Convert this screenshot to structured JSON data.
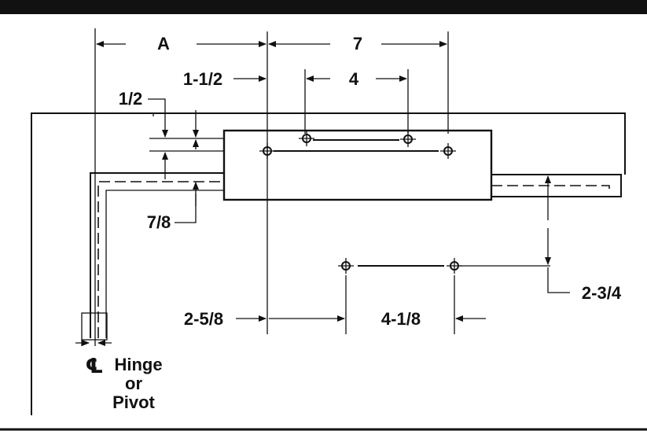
{
  "diagram": {
    "dimensions": {
      "a": "A",
      "seven": "7",
      "one_half": "1-1/2",
      "four": "4",
      "half": "1/2",
      "seven_eighths": "7/8",
      "two_three_quarters": "2-3/4",
      "two_five_eighths": "2-5/8",
      "four_one_eighth": "4-1/8"
    },
    "labels": {
      "centerline_symbol": "℄",
      "hinge": "Hinge",
      "or": "or",
      "pivot": "Pivot"
    }
  }
}
